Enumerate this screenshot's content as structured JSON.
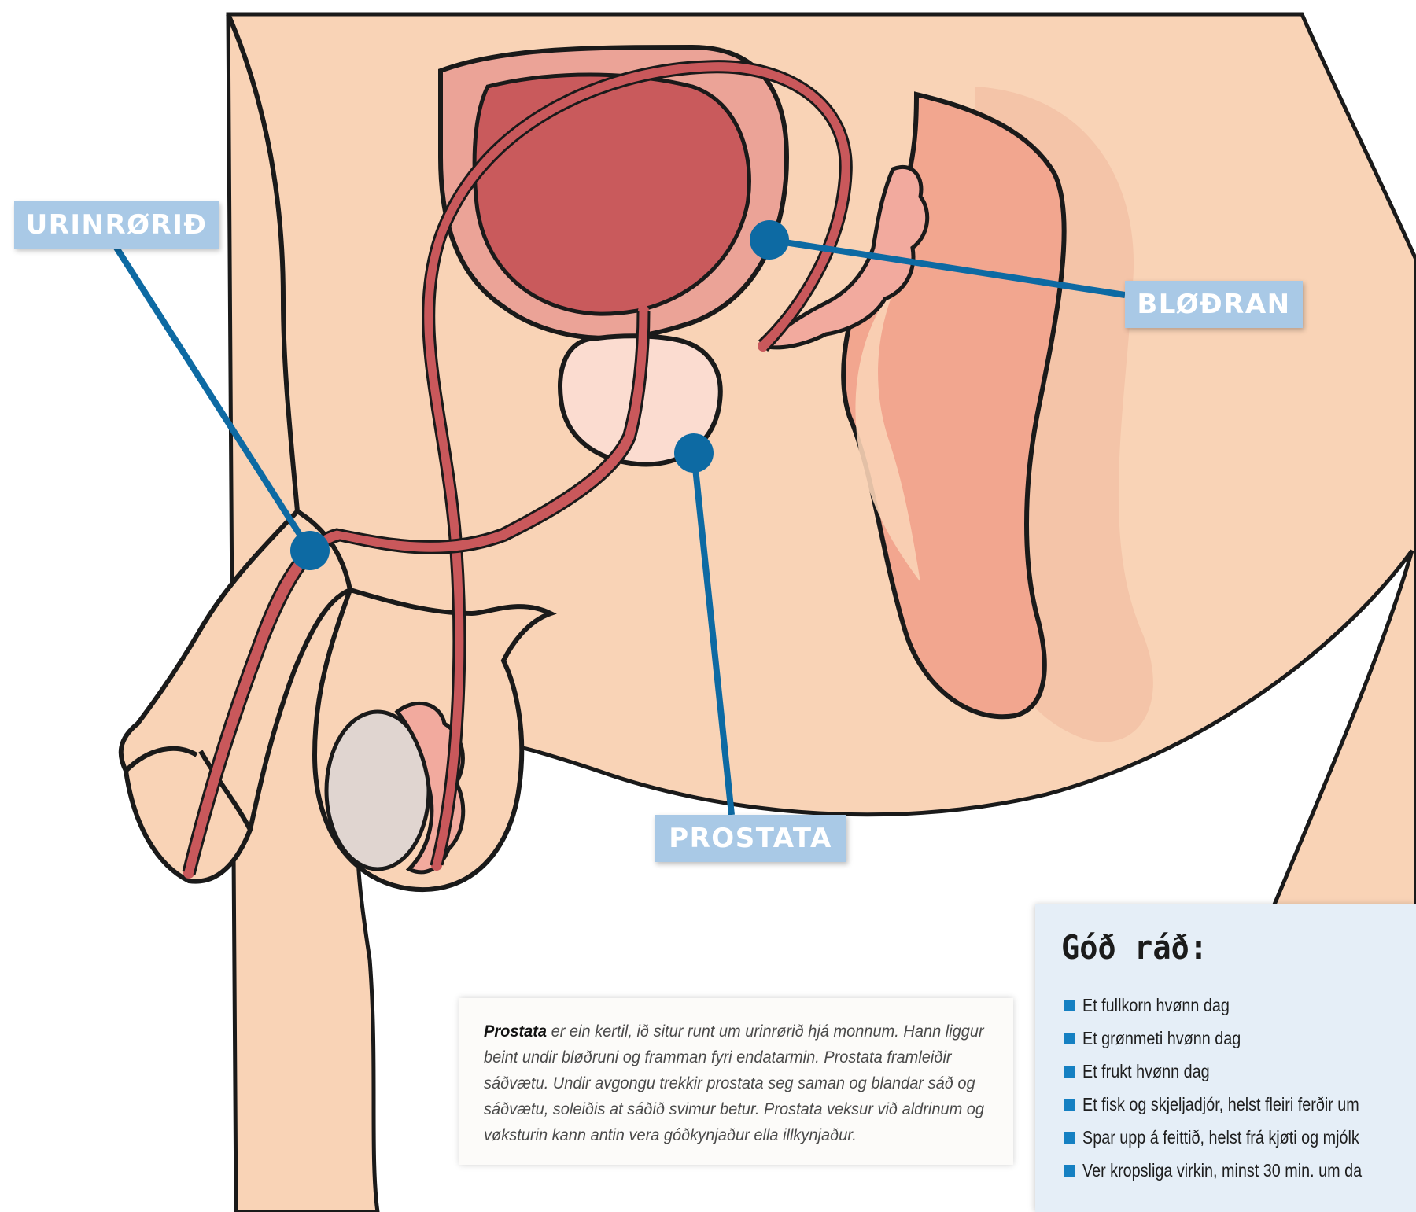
{
  "colors": {
    "skin": "#f9d3b6",
    "skin_shade": "#f0b599",
    "outline": "#1a1a1a",
    "bladder_wall": "#eba397",
    "bladder_inner": "#c95a5c",
    "urethra": "#c9585b",
    "prostate": "#fbdcd0",
    "vesicle": "#f2aa9e",
    "testis": "#e0d5d0",
    "rectum": "#f2a68f",
    "pointer": "#0d6aa3",
    "label_bg": "#a9c9e6",
    "tips_bg": "#e5eef7",
    "bullet": "#1580c2"
  },
  "labels": {
    "urinrorid": "URINRØRIÐ",
    "blodran": "BLØÐRAN",
    "prostata": "PROSTATA"
  },
  "info": {
    "lead": "Prostata",
    "text": " er ein kertil, ið situr runt um urinrørið hjá monnum. Hann liggur beint undir bløðruni og framman fyri endatarmin. Prostata framleiðir sáðvætu. Undir avgongu trekkir prostata seg saman og blandar sáð og sáðvætu, soleiðis at sáðið svimur betur. Prostata veksur við aldrinum og vøksturin kann antin vera góðkynjaður ella illkynjaður."
  },
  "tips": {
    "title": "Góð ráð:",
    "items": [
      "Et fullkorn hvønn dag",
      "Et grønmeti hvønn dag",
      "Et frukt hvønn dag",
      "Et fisk og skjeljadjór, helst fleiri ferðir um",
      "Spar upp á feittið, helst frá kjøti og mjólk",
      "Ver kropsliga virkin, minst 30 min. um da"
    ]
  }
}
